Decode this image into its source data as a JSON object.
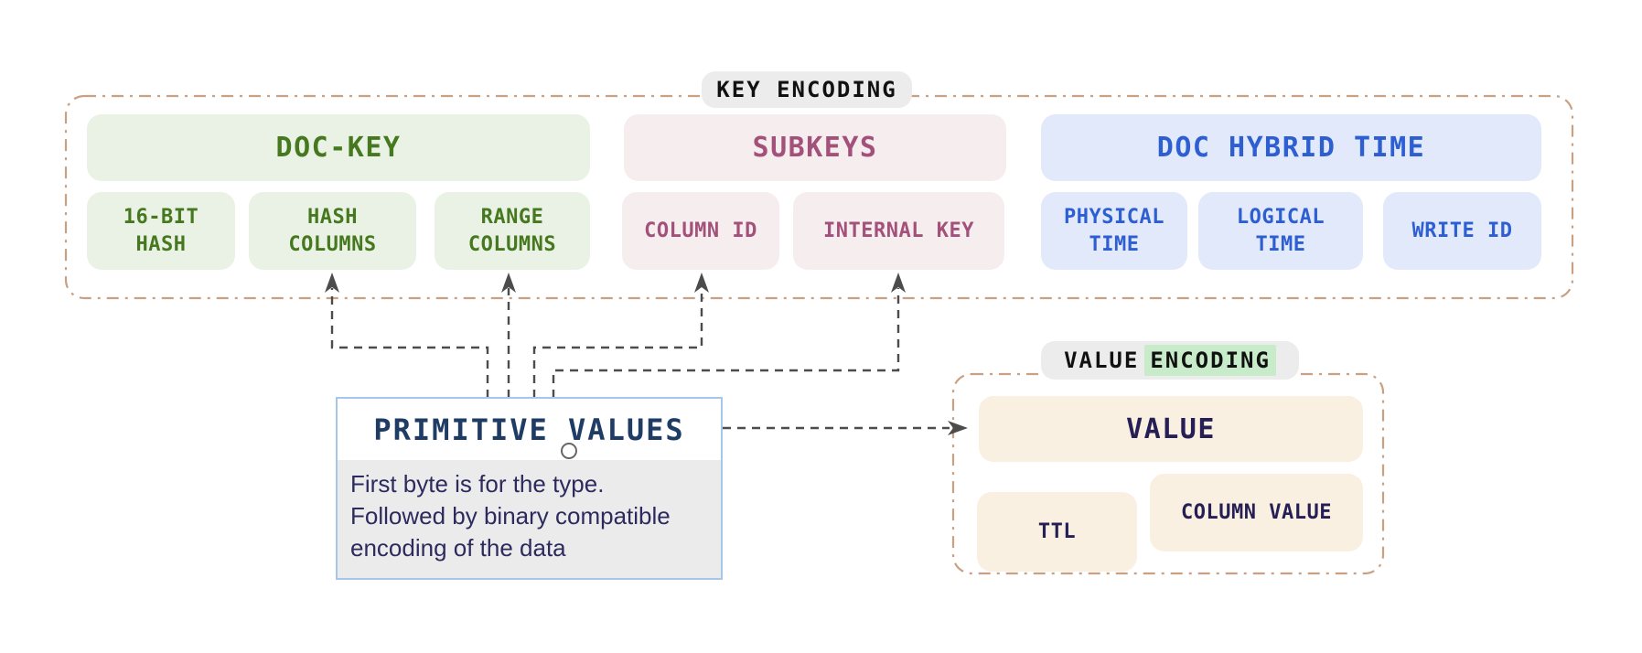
{
  "key_encoding": {
    "label": "KEY ENCODING",
    "groups": [
      {
        "title": "DOC-KEY",
        "items": [
          {
            "label": "16-BIT\nHASH"
          },
          {
            "label": "HASH\nCOLUMNS"
          },
          {
            "label": "RANGE\nCOLUMNS"
          }
        ]
      },
      {
        "title": "SUBKEYS",
        "items": [
          {
            "label": "COLUMN ID"
          },
          {
            "label": "INTERNAL KEY"
          }
        ]
      },
      {
        "title": "DOC HYBRID TIME",
        "items": [
          {
            "label": "PHYSICAL\nTIME"
          },
          {
            "label": "LOGICAL\nTIME"
          },
          {
            "label": "WRITE ID"
          }
        ]
      }
    ]
  },
  "primitive_values": {
    "title": "PRIMITIVE VALUES",
    "description": "First byte is for the type.\nFollowed by binary compatible\nencoding of the data"
  },
  "value_encoding": {
    "label_plain": "VALUE",
    "label_highlighted": "ENCODING",
    "value_title": "VALUE",
    "items": [
      {
        "label": "TTL"
      },
      {
        "label": "COLUMN VALUE"
      }
    ]
  },
  "colors": {
    "doc_key_text": "#46791f",
    "doc_key_bg": "#e9f2e4",
    "subkeys_text": "#a3517a",
    "subkeys_bg": "#f5edee",
    "hybrid_time_text": "#2d5ed2",
    "hybrid_time_bg": "#e2e9fa",
    "value_text": "#261f55",
    "value_bg": "#faf0e1",
    "container_border": "#c8a184",
    "arrow": "#4c4c4c",
    "pill_bg": "#ececec",
    "highlight_green": "#c8ebca",
    "primitive_title": "#1e3c64",
    "primitive_border": "#a6c7ea"
  }
}
